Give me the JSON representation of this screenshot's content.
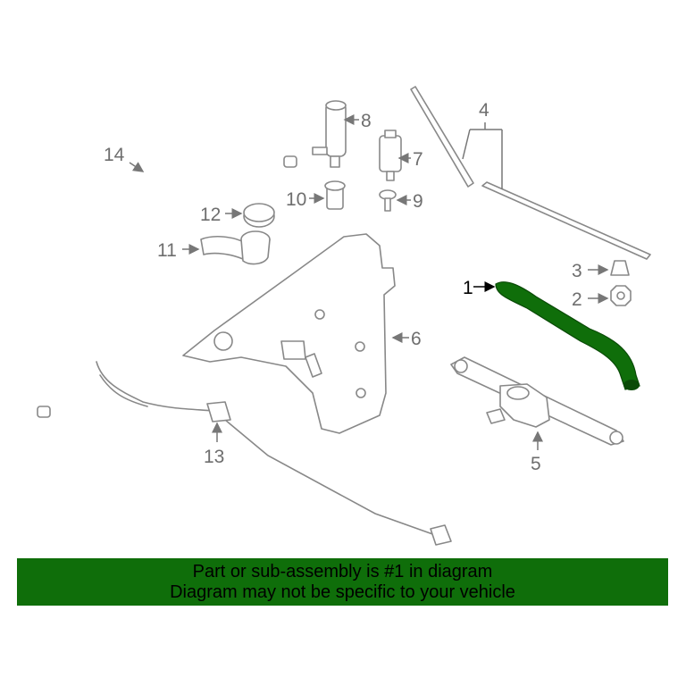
{
  "diagram": {
    "callouts": {
      "c1": "1",
      "c2": "2",
      "c3": "3",
      "c4": "4",
      "c5": "5",
      "c6": "6",
      "c7": "7",
      "c8": "8",
      "c9": "9",
      "c10": "10",
      "c11": "11",
      "c12": "12",
      "c13": "13",
      "c14": "14"
    },
    "highlight_color": "#0f6e0a"
  },
  "banner": {
    "line1": "Part or sub-assembly is #1 in diagram",
    "line2": "Diagram may not be specific to your vehicle",
    "background": "#0f6e0a"
  }
}
